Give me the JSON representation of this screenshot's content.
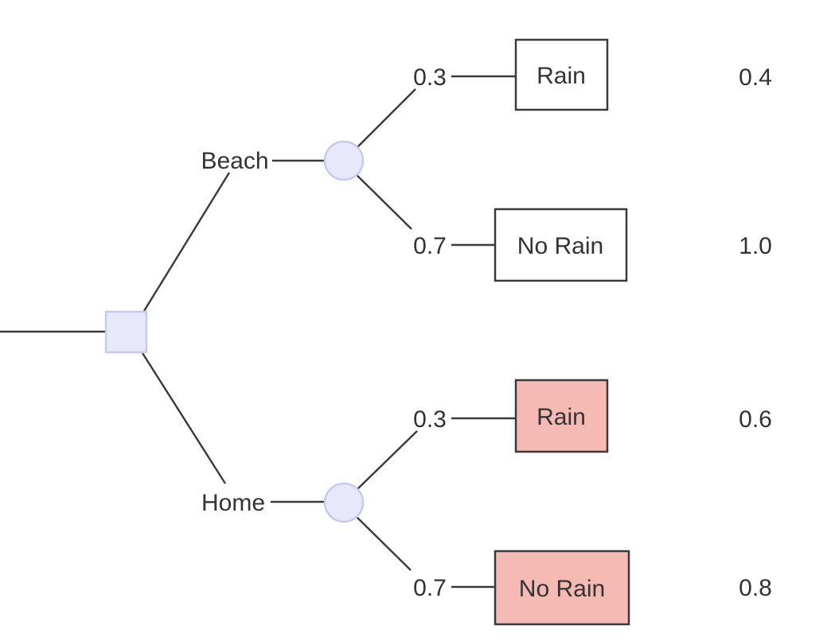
{
  "colors": {
    "decision_node_fill": "#e8e8fb",
    "decision_node_stroke": "#c9c9ef",
    "chance_node_fill": "#e8e8fb",
    "chance_node_stroke": "#c9c9ef",
    "outcome_fill": "#ffffff",
    "outcome_highlight_fill": "#f5bab4",
    "edge_stroke": "#3a3a3a",
    "text_color": "#333333"
  },
  "tree": {
    "type": "decision-tree",
    "root_node": "decision",
    "branches": [
      {
        "label": "Beach",
        "node": "chance",
        "outcomes": [
          {
            "probability": "0.3",
            "label": "Rain",
            "value": "0.4",
            "highlighted": false
          },
          {
            "probability": "0.7",
            "label": "No Rain",
            "value": "1.0",
            "highlighted": false
          }
        ]
      },
      {
        "label": "Home",
        "node": "chance",
        "outcomes": [
          {
            "probability": "0.3",
            "label": "Rain",
            "value": "0.6",
            "highlighted": true
          },
          {
            "probability": "0.7",
            "label": "No Rain",
            "value": "0.8",
            "highlighted": true
          }
        ]
      }
    ]
  }
}
